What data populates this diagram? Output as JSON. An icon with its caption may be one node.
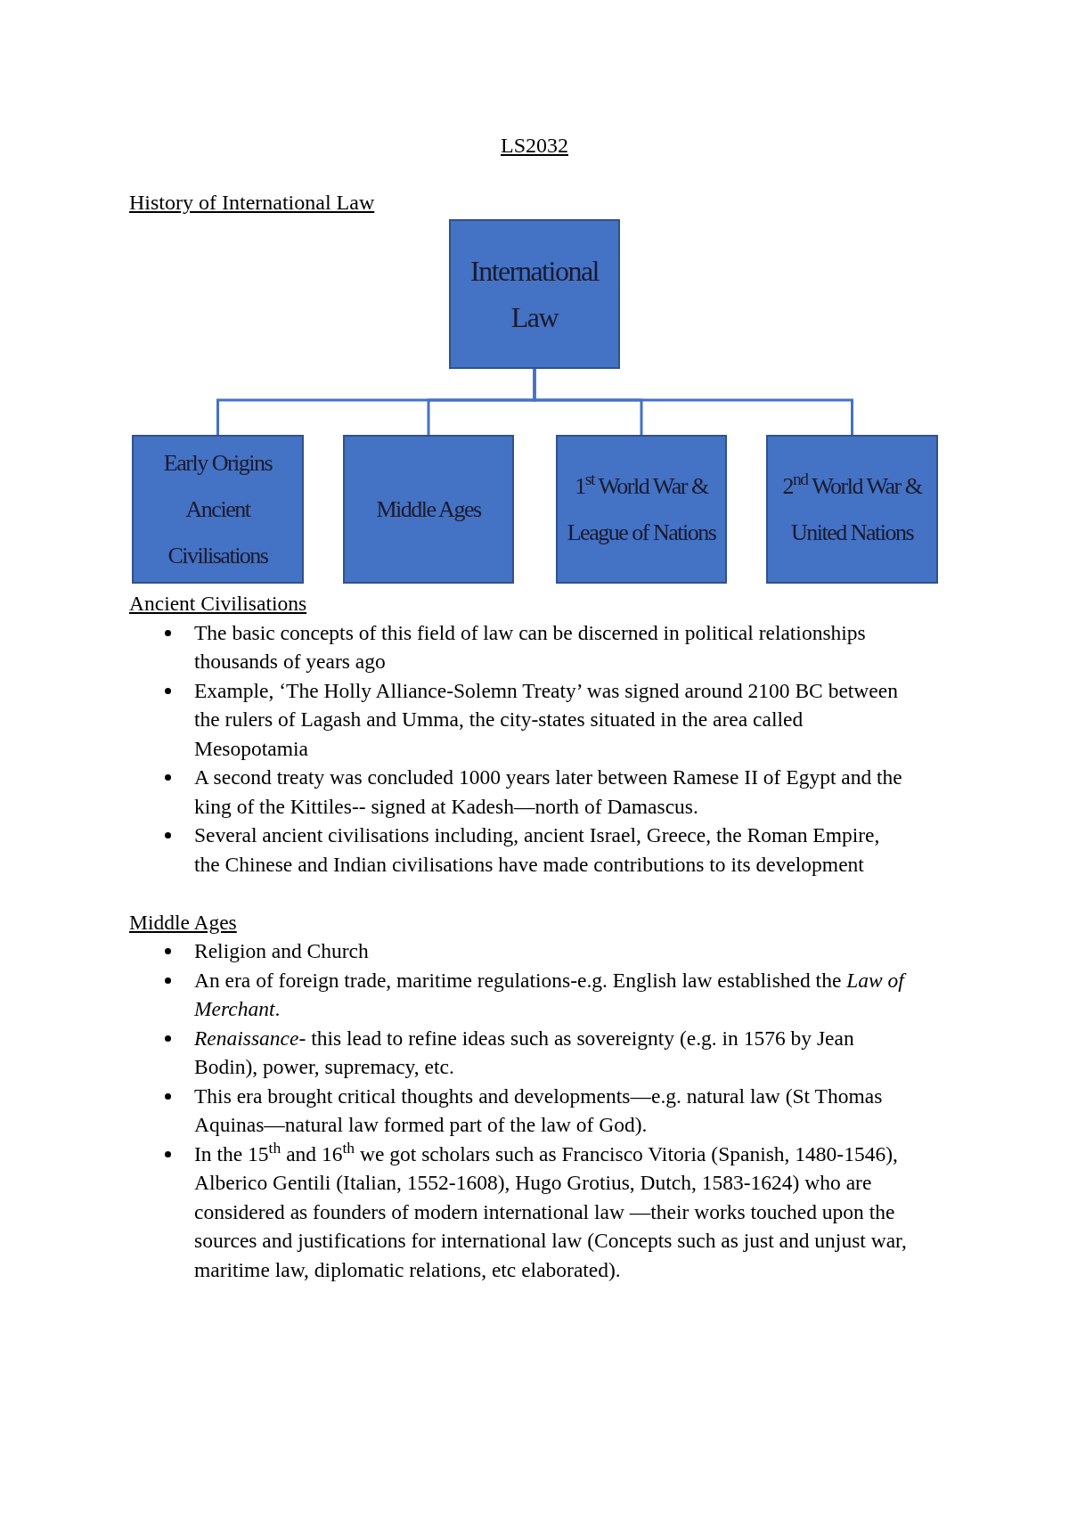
{
  "diagram": {
    "nodes": [
      {
        "text": [
          "International Law"
        ]
      },
      {
        "text": [
          "Early Origins Ancient Civilisations"
        ]
      },
      {
        "text": [
          "Middle Ages"
        ]
      },
      {
        "text": [
          "1$^{st}$ World War & League of Nations"
        ]
      },
      {
        "text": [
          "2$^{nd}$ World War & United Nations"
        ]
      }
    ],
    "edges": [
      {
        "from": 0,
        "to": 1,
        "arrow": "none"
      },
      {
        "from": 0,
        "to": 2,
        "arrow": "none"
      },
      {
        "from": 0,
        "to": 3,
        "arrow": "none"
      },
      {
        "from": 0,
        "to": 4,
        "arrow": "none"
      }
    ],
    "labels": [
      "LS2032",
      "History of International Law",
      "Ancient Civilisations",
      "The basic concepts of this field of law can be discerned in political relationships thousands of years ago",
      "Example, ‘The Holly Alliance-Solemn Treaty’ was signed around 2100 BC between the rulers of Lagash and Umma, the city-states situated in the area called Mesopotamia",
      "A second treaty was concluded 1000 years later between Ramese II of Egypt and the king of the Kittiles-- signed at Kadesh—north of Damascus.",
      "Several ancient civilisations including, ancient Israel, Greece, the Roman Empire, the Chinese and Indian civilisations have made contributions to its development",
      "Middle Ages",
      "Religion and Church",
      "An era of foreign trade, maritime regulations-e.g. English law established the *Law of Merchant*.",
      "*Renaissance*- this lead to refine ideas such as sovereignty (e.g. in 1576 by Jean Bodin), power, supremacy, etc.",
      "This era brought critical thoughts and developments—e.g. natural law (St Thomas Aquinas—natural law formed part of the law of God).",
      "In the 15$^{th}$ and 16$^{th}$ we got scholars such as Francisco Vitoria (Spanish, 1480-1546), Alberico Gentili (Italian, 1552-1608), Hugo Grotius, Dutch, 1583-1624) who are considered as founders of modern international law —their works touched upon the sources and justifications for international law (Concepts such as just and unjust war, maritime law, diplomatic relations, etc elaborated)."
    ]
  }
}
